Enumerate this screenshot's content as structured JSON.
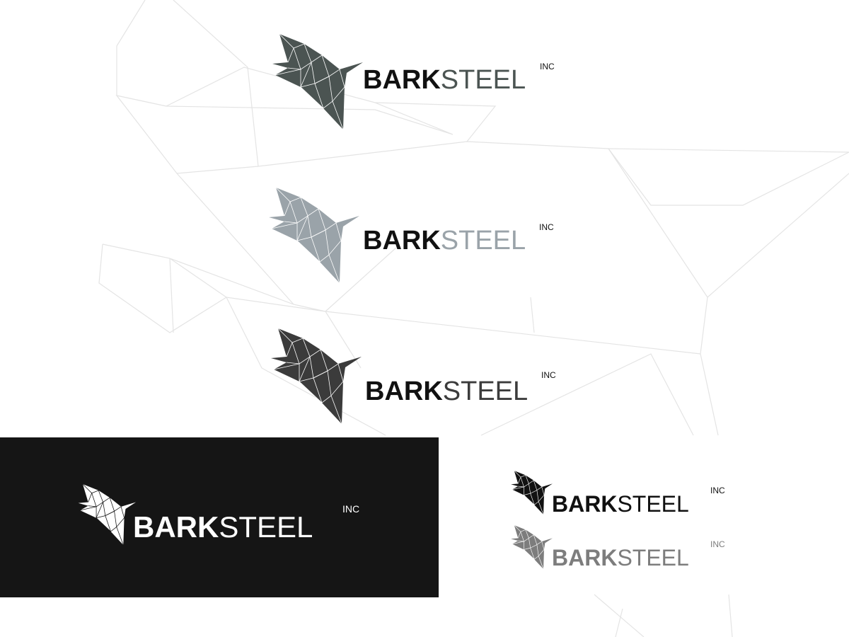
{
  "canvas": {
    "background": "#ffffff",
    "line_color": "#e4e4e4",
    "dark_panel_color": "#151515"
  },
  "logos": [
    {
      "id": "logo-1",
      "bark": "BARK",
      "steel": "STEEL",
      "inc": "INC",
      "wolf_fill": "#4b5452",
      "bark_color": "#111111",
      "steel_color": "#4b5452",
      "inc_color": "#111111"
    },
    {
      "id": "logo-2",
      "bark": "BARK",
      "steel": "STEEL",
      "inc": "INC",
      "wolf_fill": "#9aa3a9",
      "bark_color": "#111111",
      "steel_color": "#9aa3a9",
      "inc_color": "#111111"
    },
    {
      "id": "logo-3",
      "bark": "BARK",
      "steel": "STEEL",
      "inc": "INC",
      "wolf_fill": "#3b3b3b",
      "bark_color": "#111111",
      "steel_color": "#3b3b3b",
      "inc_color": "#111111"
    },
    {
      "id": "logo-4",
      "bark": "BARK",
      "steel": "STEEL",
      "inc": "INC",
      "wolf_fill": "#ffffff",
      "bark_color": "#ffffff",
      "steel_color": "#ffffff",
      "inc_color": "#ffffff"
    },
    {
      "id": "logo-5",
      "bark": "BARK",
      "steel": "STEEL",
      "inc": "INC",
      "wolf_fill": "#111111",
      "bark_color": "#111111",
      "steel_color": "#111111",
      "inc_color": "#111111"
    },
    {
      "id": "logo-6",
      "bark": "BARK",
      "steel": "STEEL",
      "inc": "INC",
      "wolf_fill": "#7d7d7d",
      "bark_color": "#7d7d7d",
      "steel_color": "#7d7d7d",
      "inc_color": "#7d7d7d"
    }
  ]
}
